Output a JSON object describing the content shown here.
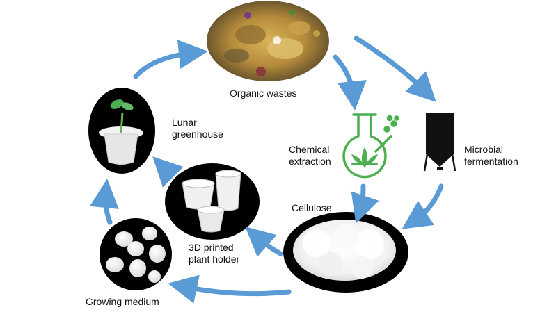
{
  "labels": {
    "organic_wastes": "Organic wastes",
    "lunar_greenhouse": "Lunar\ngreenhouse",
    "chemical_extraction": "Chemical\nextraction",
    "microbial_fermentation": "Microbial\nfermentation",
    "cellulose": "Cellulose",
    "printed_plant_holder": "3D printed\nplant holder",
    "growing_medium": "Growing medium"
  },
  "colors": {
    "arrow": "#5b9bd5",
    "flask": "#4caf50",
    "fermenter": "#111111",
    "frame": "#000000"
  },
  "icons": {
    "flask": "chemical-flask-icon",
    "fermenter": "fermentation-tank-icon"
  }
}
